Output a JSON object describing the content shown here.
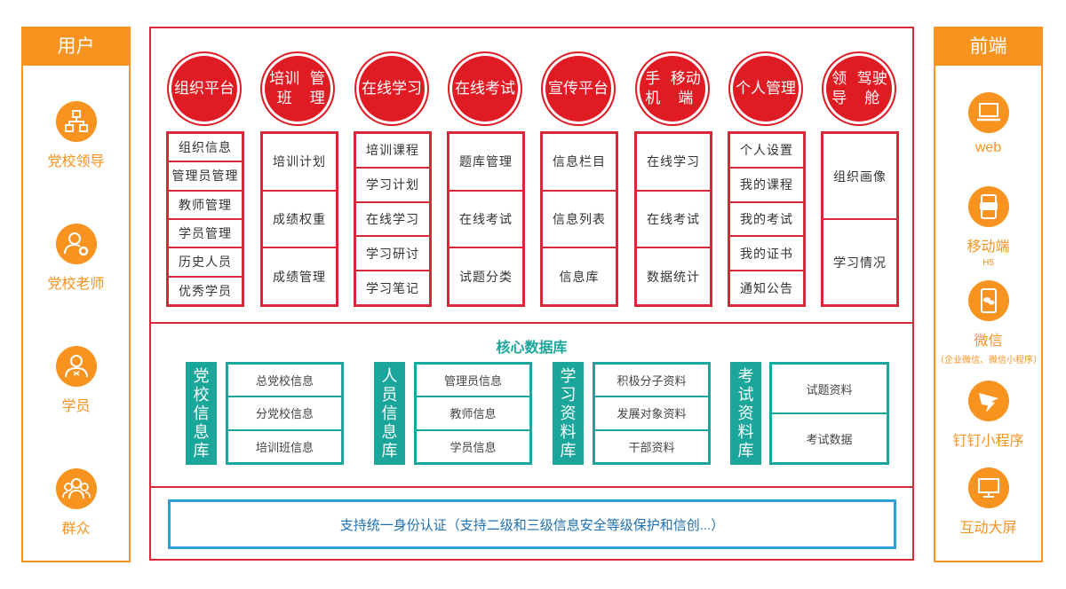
{
  "left_panel": {
    "title": "用户",
    "items": [
      {
        "label": "党校领导",
        "icon": "org-chart-icon"
      },
      {
        "label": "党校老师",
        "icon": "teacher-gear-icon"
      },
      {
        "label": "学员",
        "icon": "student-icon"
      },
      {
        "label": "群众",
        "icon": "group-icon"
      }
    ]
  },
  "right_panel": {
    "title": "前端",
    "items": [
      {
        "label": "web",
        "sub": "",
        "icon": "monitor-icon"
      },
      {
        "label": "移动端",
        "sub": "H5",
        "icon": "app-phone-icon"
      },
      {
        "label": "微信",
        "sub": "（企业微信、微信小程序）",
        "icon": "wechat-phone-icon"
      },
      {
        "label": "钉钉小程序",
        "sub": "",
        "icon": "dingtalk-icon"
      },
      {
        "label": "互动大屏",
        "sub": "",
        "icon": "screen-icon"
      }
    ]
  },
  "modules": [
    {
      "line1": "组织",
      "line2": "平台",
      "items": [
        "组织信息",
        "管理员管理",
        "教师管理",
        "学员管理",
        "历史人员",
        "优秀学员"
      ]
    },
    {
      "line1": "培训班",
      "line2": "管理",
      "items": [
        "培训计划",
        "成绩权重",
        "成绩管理"
      ]
    },
    {
      "line1": "在线",
      "line2": "学习",
      "items": [
        "培训课程",
        "学习计划",
        "在线学习",
        "学习研讨",
        "学习笔记"
      ]
    },
    {
      "line1": "在线",
      "line2": "考试",
      "items": [
        "题库管理",
        "在线考试",
        "试题分类"
      ]
    },
    {
      "line1": "宣传",
      "line2": "平台",
      "items": [
        "信息栏目",
        "信息列表",
        "信息库"
      ]
    },
    {
      "line1": "手机",
      "line2": "移动端",
      "items": [
        "在线学习",
        "在线考试",
        "数据统计"
      ]
    },
    {
      "line1": "个人",
      "line2": "管理",
      "items": [
        "个人设置",
        "我的课程",
        "我的考试",
        "我的证书",
        "通知公告"
      ]
    },
    {
      "line1": "领导",
      "line2": "驾驶舱",
      "items": [
        "组织画像",
        "学习情况"
      ]
    }
  ],
  "core": {
    "title": "核心数据库",
    "groups": [
      {
        "label": [
          "党",
          "校",
          "信",
          "息",
          "库"
        ],
        "items": [
          "总党校信息",
          "分党校信息",
          "培训班信息"
        ]
      },
      {
        "label": [
          "人",
          "员",
          "信",
          "息",
          "库"
        ],
        "items": [
          "管理员信息",
          "教师信息",
          "学员信息"
        ]
      },
      {
        "label": [
          "学",
          "习",
          "资",
          "料",
          "库"
        ],
        "items": [
          "积极分子资料",
          "发展对象资料",
          "干部资料"
        ]
      },
      {
        "label": [
          "考",
          "试",
          "资",
          "料",
          "库"
        ],
        "items": [
          "试题资料",
          "考试数据"
        ]
      }
    ]
  },
  "auth": {
    "text": "支持统一身份认证（支持二级和三级信息安全等级保护和信创...）"
  },
  "colors": {
    "orange": "#f7931e",
    "red": "#d8283a",
    "teal": "#1aa69a",
    "blue": "#2e9fd8"
  }
}
